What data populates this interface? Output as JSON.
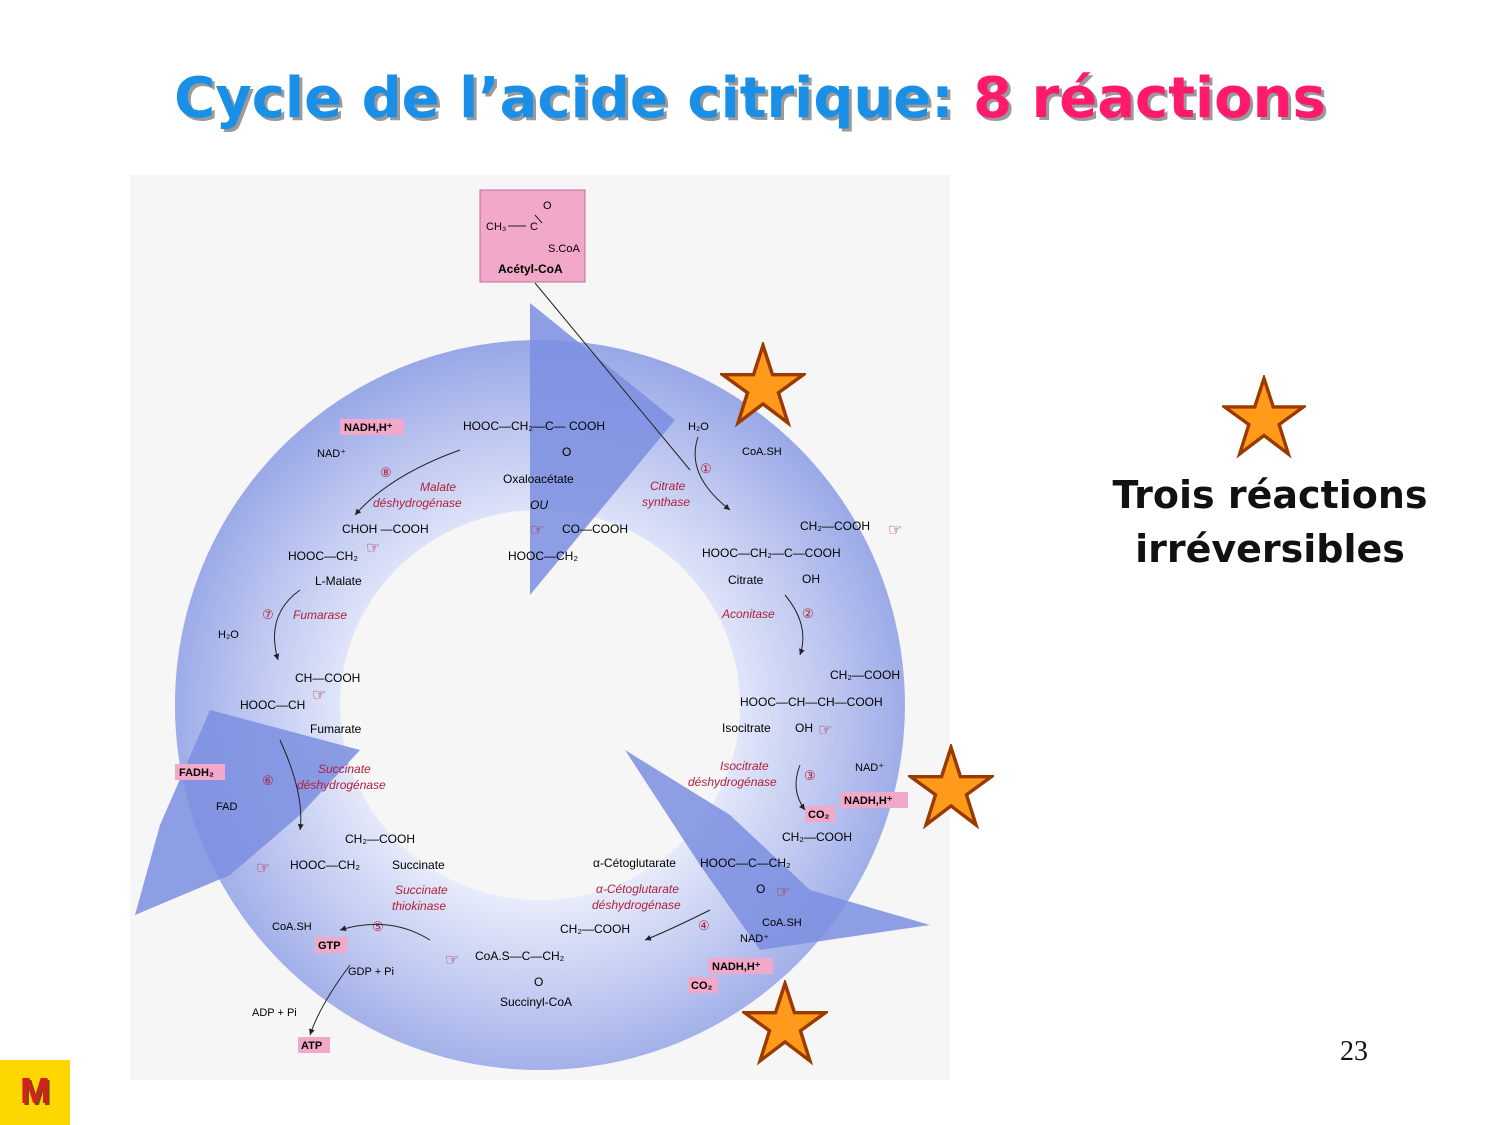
{
  "title": {
    "part1": "Cycle de l’acide citrique: ",
    "part2": "8 réactions"
  },
  "legend": {
    "line1": "Trois réactions",
    "line2": "irréversibles"
  },
  "page_number": "23",
  "badge": "M",
  "colors": {
    "title_blue": "#1a8fe8",
    "title_pink": "#ff1a6e",
    "star_fill": "#ff9a1a",
    "star_stroke": "#9a3a00",
    "cycle_blue": "#7b8ee0",
    "label_pink": "#f2a8c8",
    "enzyme_red": "#b0203a"
  },
  "diagram": {
    "acetyl": {
      "o": "O",
      "ch3": "CH₃",
      "c": "C",
      "scoa": "S.CoA",
      "name": "Acétyl-CoA"
    },
    "oxalo": {
      "formula": "HOOC—CH₂—C— COOH",
      "o": "O",
      "name": "Oxaloacétate",
      "ou": "OU",
      "enol_top": "CO—COOH",
      "enol_bottom": "HOOC—CH₂"
    },
    "r1": {
      "num": "①",
      "h2o": "H₂O",
      "coash": "CoA.SH",
      "enzyme_l1": "Citrate",
      "enzyme_l2": "synthase"
    },
    "citrate": {
      "top": "CH₂—COOH",
      "mid": "HOOC—CH₂—C—COOH",
      "oh": "OH",
      "name": "Citrate"
    },
    "r2": {
      "enzyme": "Aconitase",
      "num": "②"
    },
    "isocitrate": {
      "top": "CH₂—COOH",
      "mid": "HOOC—CH—CH—COOH",
      "oh": "OH",
      "name": "Isocitrate"
    },
    "r3": {
      "enzyme_l1": "Isocitrate",
      "enzyme_l2": "déshydrogénase",
      "num": "③",
      "nad": "NAD⁺",
      "nadh": "NADH,H⁺",
      "co2": "CO₂"
    },
    "akg": {
      "top": "CH₂—COOH",
      "mid": "HOOC—C—CH₂",
      "o": "O",
      "name": "α-Cétoglutarate"
    },
    "r4": {
      "enzyme_l1": "α-Cétoglutarate",
      "enzyme_l2": "déshydrogénase",
      "num": "④",
      "coash": "CoA.SH",
      "nad": "NAD⁺",
      "nadh": "NADH,H⁺",
      "co2": "CO₂"
    },
    "succinylcoa": {
      "top": "CH₂—COOH",
      "mid": "CoA.S—C—CH₂",
      "o": "O",
      "name": "Succinyl-CoA"
    },
    "r5": {
      "enzyme_l1": "Succinate",
      "enzyme_l2": "thiokinase",
      "num": "⑤",
      "coash": "CoA.SH",
      "gtp": "GTP",
      "gdp": "GDP + Pi",
      "adp": "ADP + Pi",
      "atp": "ATP"
    },
    "succinate": {
      "top": "CH₂—COOH",
      "mid": "HOOC—CH₂",
      "name": "Succinate"
    },
    "r6": {
      "enzyme_l1": "Succinate",
      "enzyme_l2": "déshydrogénase",
      "num": "⑥",
      "fadh2": "FADH₂",
      "fad": "FAD"
    },
    "fumarate": {
      "top": "CH—COOH",
      "mid": "HOOC—CH",
      "name": "Fumarate"
    },
    "r7": {
      "enzyme": "Fumarase",
      "num": "⑦",
      "h2o": "H₂O"
    },
    "malate": {
      "top": "CHOH —COOH",
      "mid": "HOOC—CH₂",
      "name": "L-Malate"
    },
    "r8": {
      "enzyme_l1": "Malate",
      "enzyme_l2": "déshydrogénase",
      "num": "⑧",
      "nad": "NAD⁺",
      "nadh": "NADH,H⁺"
    },
    "pointer": "☞"
  }
}
